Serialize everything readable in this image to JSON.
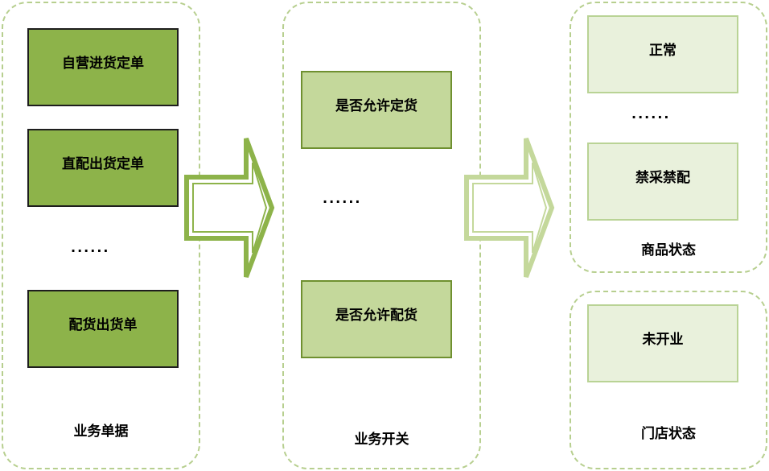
{
  "columns": {
    "documents": {
      "label": "业务单据",
      "items": [
        "自营进货定单",
        "直配出货定单",
        "配货出货单"
      ],
      "ellipsis": "......"
    },
    "switches": {
      "label": "业务开关",
      "items": [
        "是否允许定货",
        "是否允许配货"
      ],
      "ellipsis": "......"
    },
    "product_status": {
      "label": "商品状态",
      "items": [
        "正常",
        "禁采禁配"
      ],
      "ellipsis": "......"
    },
    "store_status": {
      "label": "门店状态",
      "items": [
        "未开业"
      ]
    }
  },
  "colors": {
    "dashed_border": "#b7cf8f",
    "dark_box": "#8db34a",
    "mid_box": "#c4d89b",
    "light_box": "#e9f1dc",
    "arrow_dark": "#8db34a",
    "arrow_light": "#c4d89b"
  }
}
